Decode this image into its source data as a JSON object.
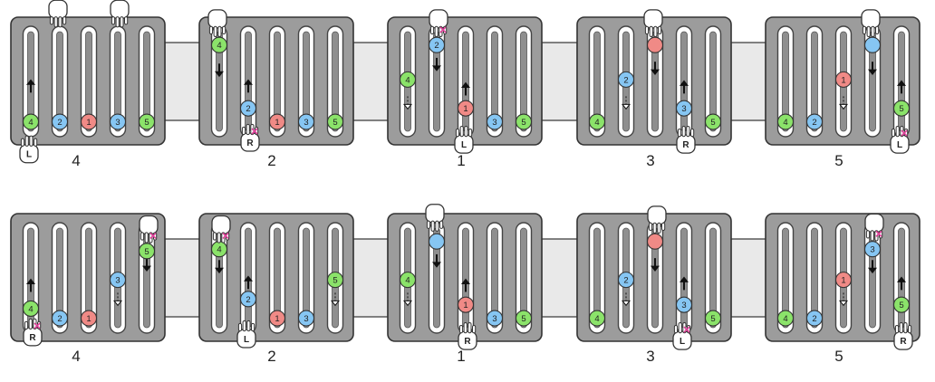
{
  "colors": {
    "board": "#9c9c9c",
    "board_border": "#333333",
    "connector": "#e9e9e9",
    "slot_fill": "#ffffff",
    "slot_stroke": "#444444",
    "green": "#8be36a",
    "blue": "#86c6f3",
    "red": "#f08a86",
    "hand_fill": "#ffffff",
    "hand_stroke": "#333333",
    "cross": "#e0409a"
  },
  "rows": [
    {
      "steps": [
        {
          "label": "4",
          "balls": [
            {
              "slot": 1,
              "pos": 0.92,
              "color": "green",
              "num": "4"
            },
            {
              "slot": 2,
              "pos": 0.92,
              "color": "blue",
              "num": "2"
            },
            {
              "slot": 3,
              "pos": 0.92,
              "color": "red",
              "num": "1"
            },
            {
              "slot": 4,
              "pos": 0.92,
              "color": "blue",
              "num": "3"
            },
            {
              "slot": 5,
              "pos": 0.92,
              "color": "green",
              "num": "5"
            }
          ],
          "arrows": [
            {
              "slot": 1,
              "dir": "up",
              "pos": 0.55,
              "style": "solid"
            }
          ],
          "hands": [
            {
              "slot": 1,
              "pos": 1.12,
              "side": "L",
              "reach": "bottom",
              "letter": "L",
              "cross": false
            },
            {
              "slot": 2,
              "pos": -0.12,
              "side": "L",
              "reach": "top",
              "letter": "",
              "cross": false
            },
            {
              "slot": 4,
              "pos": -0.12,
              "side": "R",
              "reach": "top",
              "letter": "",
              "cross": false
            }
          ]
        },
        {
          "label": "2",
          "balls": [
            {
              "slot": 1,
              "pos": 0.12,
              "color": "green",
              "num": "4"
            },
            {
              "slot": 2,
              "pos": 0.78,
              "color": "blue",
              "num": "2"
            },
            {
              "slot": 3,
              "pos": 0.92,
              "color": "red",
              "num": "1"
            },
            {
              "slot": 4,
              "pos": 0.92,
              "color": "blue",
              "num": "3"
            },
            {
              "slot": 5,
              "pos": 0.92,
              "color": "green",
              "num": "5"
            }
          ],
          "arrows": [
            {
              "slot": 1,
              "dir": "down",
              "pos": 0.38,
              "style": "solid"
            },
            {
              "slot": 2,
              "dir": "up",
              "pos": 0.55,
              "style": "solid"
            }
          ],
          "hands": [
            {
              "slot": 1,
              "pos": -0.02,
              "side": "L",
              "reach": "top",
              "letter": "",
              "cross": false
            },
            {
              "slot": 2,
              "pos": 1.0,
              "side": "R",
              "reach": "bottom",
              "letter": "R",
              "cross": true
            }
          ]
        },
        {
          "label": "1",
          "balls": [
            {
              "slot": 1,
              "pos": 0.48,
              "color": "green",
              "num": "4"
            },
            {
              "slot": 2,
              "pos": 0.12,
              "color": "blue",
              "num": "2"
            },
            {
              "slot": 3,
              "pos": 0.78,
              "color": "red",
              "num": "1"
            },
            {
              "slot": 4,
              "pos": 0.92,
              "color": "blue",
              "num": "3"
            },
            {
              "slot": 5,
              "pos": 0.92,
              "color": "green",
              "num": "5"
            }
          ],
          "arrows": [
            {
              "slot": 1,
              "dir": "down",
              "pos": 0.72,
              "style": "hollow"
            },
            {
              "slot": 2,
              "dir": "down",
              "pos": 0.32,
              "style": "solid"
            },
            {
              "slot": 3,
              "dir": "up",
              "pos": 0.58,
              "style": "solid"
            }
          ],
          "hands": [
            {
              "slot": 2,
              "pos": -0.02,
              "side": "R",
              "reach": "top",
              "letter": "",
              "cross": true
            },
            {
              "slot": 3,
              "pos": 1.02,
              "side": "L",
              "reach": "bottom",
              "letter": "L",
              "cross": false
            }
          ]
        },
        {
          "label": "3",
          "balls": [
            {
              "slot": 1,
              "pos": 0.92,
              "color": "green",
              "num": "4"
            },
            {
              "slot": 2,
              "pos": 0.48,
              "color": "blue",
              "num": "2"
            },
            {
              "slot": 3,
              "pos": 0.12,
              "color": "red",
              "num": ""
            },
            {
              "slot": 4,
              "pos": 0.78,
              "color": "blue",
              "num": "3"
            },
            {
              "slot": 5,
              "pos": 0.92,
              "color": "green",
              "num": "5"
            }
          ],
          "arrows": [
            {
              "slot": 2,
              "dir": "down",
              "pos": 0.72,
              "style": "hollow"
            },
            {
              "slot": 3,
              "dir": "down",
              "pos": 0.36,
              "style": "solid"
            },
            {
              "slot": 4,
              "dir": "up",
              "pos": 0.56,
              "style": "solid"
            }
          ],
          "hands": [
            {
              "slot": 3,
              "pos": -0.02,
              "side": "L",
              "reach": "top",
              "letter": "",
              "cross": false
            },
            {
              "slot": 4,
              "pos": 1.02,
              "side": "R",
              "reach": "bottom",
              "letter": "R",
              "cross": false
            }
          ]
        },
        {
          "label": "5",
          "balls": [
            {
              "slot": 1,
              "pos": 0.92,
              "color": "green",
              "num": "4"
            },
            {
              "slot": 2,
              "pos": 0.92,
              "color": "blue",
              "num": "2"
            },
            {
              "slot": 3,
              "pos": 0.48,
              "color": "red",
              "num": "1"
            },
            {
              "slot": 4,
              "pos": 0.12,
              "color": "blue",
              "num": ""
            },
            {
              "slot": 5,
              "pos": 0.78,
              "color": "green",
              "num": "5"
            }
          ],
          "arrows": [
            {
              "slot": 3,
              "dir": "down",
              "pos": 0.72,
              "style": "hollow"
            },
            {
              "slot": 4,
              "dir": "down",
              "pos": 0.36,
              "style": "solid"
            },
            {
              "slot": 5,
              "dir": "up",
              "pos": 0.56,
              "style": "solid"
            }
          ],
          "hands": [
            {
              "slot": 4,
              "pos": -0.02,
              "side": "L",
              "reach": "top",
              "letter": "",
              "cross": false
            },
            {
              "slot": 5,
              "pos": 1.02,
              "side": "L",
              "reach": "bottom",
              "letter": "L",
              "cross": true
            }
          ]
        }
      ]
    },
    {
      "steps": [
        {
          "label": "4",
          "balls": [
            {
              "slot": 1,
              "pos": 0.82,
              "color": "green",
              "num": "4"
            },
            {
              "slot": 2,
              "pos": 0.92,
              "color": "blue",
              "num": "2"
            },
            {
              "slot": 3,
              "pos": 0.92,
              "color": "red",
              "num": "1"
            },
            {
              "slot": 4,
              "pos": 0.52,
              "color": "blue",
              "num": "3"
            },
            {
              "slot": 5,
              "pos": 0.22,
              "color": "green",
              "num": "5"
            }
          ],
          "arrows": [
            {
              "slot": 1,
              "dir": "up",
              "pos": 0.58,
              "style": "solid"
            },
            {
              "slot": 4,
              "dir": "down",
              "pos": 0.72,
              "style": "hollow"
            },
            {
              "slot": 5,
              "dir": "down",
              "pos": 0.36,
              "style": "solid"
            }
          ],
          "hands": [
            {
              "slot": 1,
              "pos": 0.98,
              "side": "R",
              "reach": "bottom",
              "letter": "R",
              "cross": true
            },
            {
              "slot": 5,
              "pos": 0.08,
              "side": "R",
              "reach": "top",
              "letter": "",
              "cross": true
            }
          ]
        },
        {
          "label": "2",
          "balls": [
            {
              "slot": 1,
              "pos": 0.2,
              "color": "green",
              "num": "4"
            },
            {
              "slot": 2,
              "pos": 0.72,
              "color": "blue",
              "num": "2"
            },
            {
              "slot": 3,
              "pos": 0.92,
              "color": "red",
              "num": "1"
            },
            {
              "slot": 4,
              "pos": 0.92,
              "color": "blue",
              "num": "3"
            },
            {
              "slot": 5,
              "pos": 0.52,
              "color": "green",
              "num": "5"
            }
          ],
          "arrows": [
            {
              "slot": 1,
              "dir": "down",
              "pos": 0.38,
              "style": "solid"
            },
            {
              "slot": 2,
              "dir": "up",
              "pos": 0.55,
              "style": "solid"
            },
            {
              "slot": 5,
              "dir": "down",
              "pos": 0.72,
              "style": "hollow"
            }
          ],
          "hands": [
            {
              "slot": 1,
              "pos": 0.08,
              "side": "R",
              "reach": "top",
              "letter": "",
              "cross": true
            },
            {
              "slot": 2,
              "pos": 1.0,
              "side": "L",
              "reach": "bottom",
              "letter": "L",
              "cross": false
            }
          ]
        },
        {
          "label": "1",
          "balls": [
            {
              "slot": 1,
              "pos": 0.52,
              "color": "green",
              "num": "4"
            },
            {
              "slot": 2,
              "pos": 0.12,
              "color": "blue",
              "num": ""
            },
            {
              "slot": 3,
              "pos": 0.78,
              "color": "red",
              "num": "1"
            },
            {
              "slot": 4,
              "pos": 0.92,
              "color": "blue",
              "num": "3"
            },
            {
              "slot": 5,
              "pos": 0.92,
              "color": "green",
              "num": "5"
            }
          ],
          "arrows": [
            {
              "slot": 1,
              "dir": "down",
              "pos": 0.72,
              "style": "hollow"
            },
            {
              "slot": 2,
              "dir": "down",
              "pos": 0.32,
              "style": "solid"
            },
            {
              "slot": 3,
              "dir": "up",
              "pos": 0.58,
              "style": "solid"
            }
          ],
          "hands": [
            {
              "slot": 2,
              "pos": -0.04,
              "side": "L",
              "reach": "top",
              "letter": "",
              "cross": false
            },
            {
              "slot": 3,
              "pos": 1.02,
              "side": "R",
              "reach": "bottom",
              "letter": "R",
              "cross": false
            }
          ]
        },
        {
          "label": "3",
          "balls": [
            {
              "slot": 1,
              "pos": 0.92,
              "color": "green",
              "num": "4"
            },
            {
              "slot": 2,
              "pos": 0.52,
              "color": "blue",
              "num": "2"
            },
            {
              "slot": 3,
              "pos": 0.12,
              "color": "red",
              "num": ""
            },
            {
              "slot": 4,
              "pos": 0.78,
              "color": "blue",
              "num": "3"
            },
            {
              "slot": 5,
              "pos": 0.92,
              "color": "green",
              "num": "5"
            }
          ],
          "arrows": [
            {
              "slot": 2,
              "dir": "down",
              "pos": 0.72,
              "style": "hollow"
            },
            {
              "slot": 3,
              "dir": "down",
              "pos": 0.36,
              "style": "solid"
            },
            {
              "slot": 4,
              "dir": "up",
              "pos": 0.56,
              "style": "solid"
            }
          ],
          "hands": [
            {
              "slot": 3,
              "pos": -0.02,
              "side": "R",
              "reach": "top",
              "letter": "",
              "cross": false
            },
            {
              "slot": 4,
              "pos": 1.02,
              "side": "L",
              "reach": "bottom",
              "letter": "L",
              "cross": true
            }
          ]
        },
        {
          "label": "5",
          "balls": [
            {
              "slot": 1,
              "pos": 0.92,
              "color": "green",
              "num": "4"
            },
            {
              "slot": 2,
              "pos": 0.92,
              "color": "blue",
              "num": "2"
            },
            {
              "slot": 3,
              "pos": 0.52,
              "color": "red",
              "num": "1"
            },
            {
              "slot": 4,
              "pos": 0.2,
              "color": "blue",
              "num": "3"
            },
            {
              "slot": 5,
              "pos": 0.78,
              "color": "green",
              "num": "5"
            }
          ],
          "arrows": [
            {
              "slot": 3,
              "dir": "down",
              "pos": 0.72,
              "style": "hollow"
            },
            {
              "slot": 4,
              "dir": "down",
              "pos": 0.38,
              "style": "solid"
            },
            {
              "slot": 5,
              "dir": "up",
              "pos": 0.56,
              "style": "solid"
            }
          ],
          "hands": [
            {
              "slot": 4,
              "pos": 0.06,
              "side": "R",
              "reach": "top",
              "letter": "",
              "cross": true
            },
            {
              "slot": 5,
              "pos": 1.02,
              "side": "R",
              "reach": "bottom",
              "letter": "R",
              "cross": false
            }
          ]
        }
      ]
    }
  ]
}
